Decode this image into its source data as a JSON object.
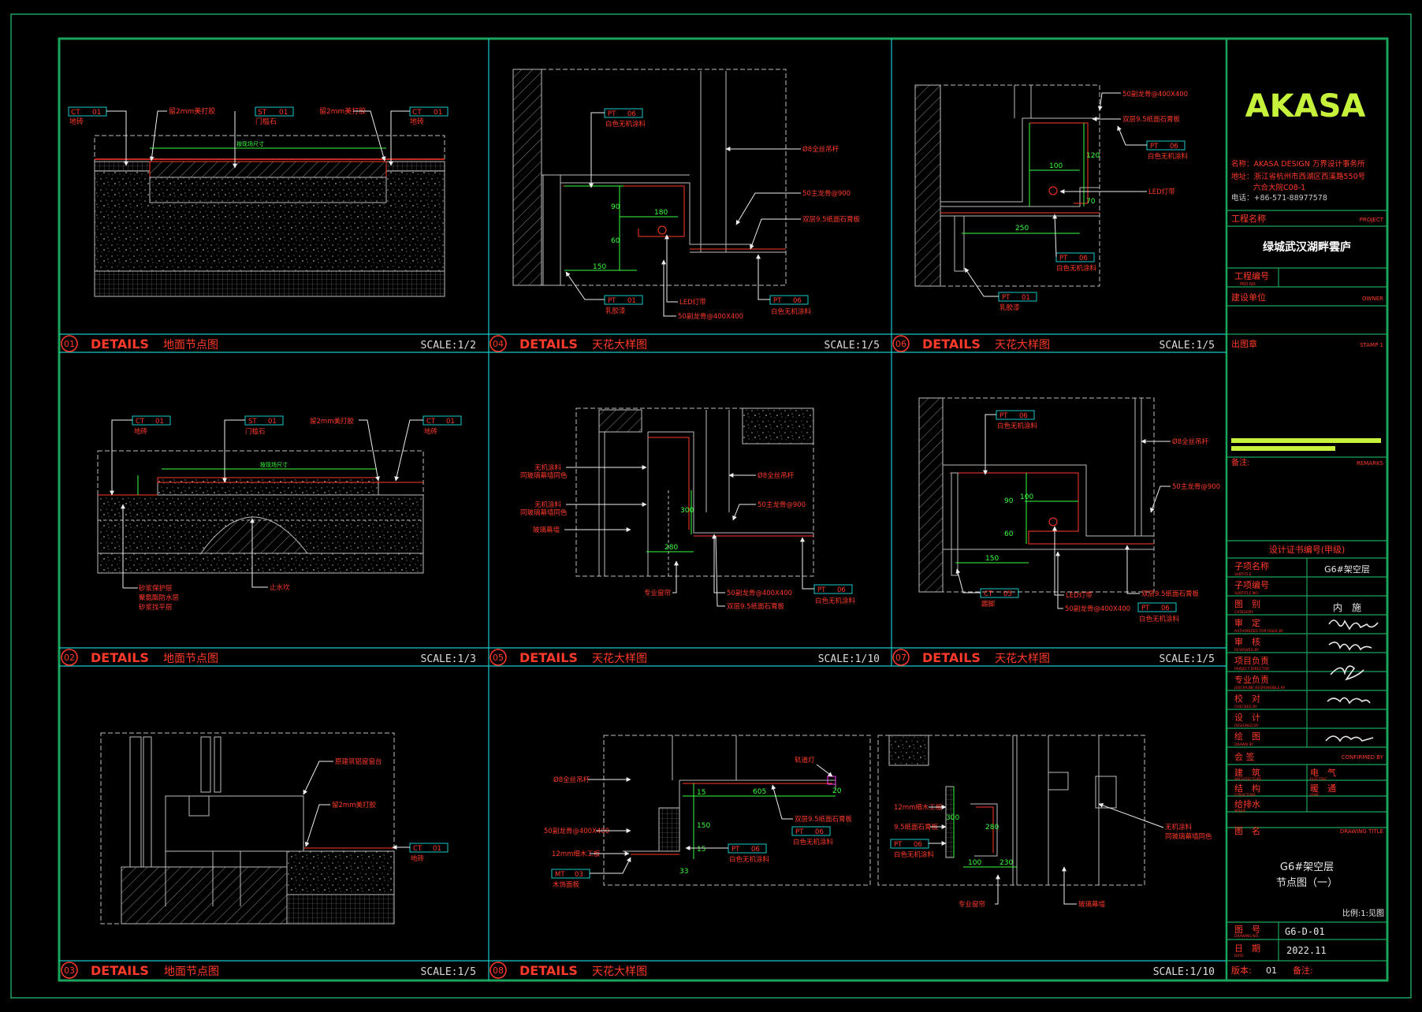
{
  "brand": {
    "logo": "AKASA"
  },
  "company": {
    "name_line": "名称：AKASA DESIGN 万界设计事务所",
    "addr_line1": "地址：浙江省杭州市西湖区西溪路550号",
    "addr_line2": "六合大院C08-1",
    "tel_line": "电话：+86-571-88977578"
  },
  "title_block": {
    "project_label": "工程名称",
    "project_en": "PROJECT",
    "project_name": "绿城武汉湖畔雲庐",
    "project_no_label": "工程编号",
    "project_no_en": "PRO NO.",
    "owner_label": "建设单位",
    "owner_en": "OWNER",
    "stamp_label": "出图章",
    "stamp_en": "STAMP 1",
    "remarks_label": "备注:",
    "remarks_en": "REMARKS",
    "cert_label": "设计证书编号(甲级)",
    "rows": [
      {
        "label": "子项名称",
        "en": "SUBTITLE",
        "value": "G6#架空层"
      },
      {
        "label": "子项编号",
        "en": "SUBTITLE NO.",
        "value": ""
      },
      {
        "label": "图　别",
        "en": "CATEGORY",
        "value": "内　施"
      },
      {
        "label": "审　定",
        "en": "AUTHORIZED FOR ISSUE BY",
        "value": ""
      },
      {
        "label": "审　核",
        "en": "REVIEWED BY",
        "value": ""
      },
      {
        "label": "项目负责",
        "en": "PROJECT DIRECTOR",
        "value": ""
      },
      {
        "label": "专业负责",
        "en": "DISCIPLINE RESPONSIBLE BY",
        "value": ""
      },
      {
        "label": "校　对",
        "en": "CHECKED BY",
        "value": ""
      },
      {
        "label": "设　计",
        "en": "DESIGNED BY",
        "value": ""
      },
      {
        "label": "绘　图",
        "en": "DRAWN BY",
        "value": ""
      }
    ],
    "confirm_label": "会 签",
    "confirm_en": "CONFIRMED BY",
    "confirm_items": [
      {
        "label": "建　筑",
        "en": "ARCHITECTURE"
      },
      {
        "label": "电　气",
        "en": "ELECTRIC"
      },
      {
        "label": "结　构",
        "en": "STRUCTURE"
      },
      {
        "label": "暖　通",
        "en": "HVAC"
      },
      {
        "label": "给排水",
        "en": "WS&D"
      }
    ],
    "drawing_title_label": "图　名",
    "drawing_title_en": "DRAWING TITLE",
    "drawing_title_1": "G6#架空层",
    "drawing_title_2": "节点图（一）",
    "scale_note": "比例:1:见图",
    "drawing_no_label": "图　号",
    "drawing_no_en": "DRAWING NO.",
    "drawing_no": "G6-D-01",
    "date_label": "日　期",
    "date_en": "DATE",
    "date": "2022.11",
    "version_label": "版本:",
    "version": "01",
    "remark2_label": "备注:"
  },
  "panels": [
    {
      "num": "01",
      "tag": "DETAILS",
      "title": "地面节点图",
      "scale": "SCALE:1/2"
    },
    {
      "num": "04",
      "tag": "DETAILS",
      "title": "天花大样图",
      "scale": "SCALE:1/5"
    },
    {
      "num": "06",
      "tag": "DETAILS",
      "title": "天花大样图",
      "scale": "SCALE:1/5"
    },
    {
      "num": "02",
      "tag": "DETAILS",
      "title": "地面节点图",
      "scale": "SCALE:1/3"
    },
    {
      "num": "05",
      "tag": "DETAILS",
      "title": "天花大样图",
      "scale": "SCALE:1/10"
    },
    {
      "num": "07",
      "tag": "DETAILS",
      "title": "天花大样图",
      "scale": "SCALE:1/5"
    },
    {
      "num": "03",
      "tag": "DETAILS",
      "title": "地面节点图",
      "scale": "SCALE:1/5"
    },
    {
      "num": "08",
      "tag": "DETAILS",
      "title": "天花大样图",
      "scale": "SCALE:1/10"
    }
  ],
  "tags": {
    "p1": {
      "a": "CT",
      "a2": "01",
      "a_name": "地砖",
      "b": "ST",
      "b2": "01",
      "b_name": "门槛石",
      "c": "CT",
      "c2": "01",
      "c_name": "地砖",
      "note_l": "留2mm美打胶",
      "note_r": "留2mm美打胶"
    },
    "p4": {
      "pt": "PT",
      "pt2": "06",
      "pt_name": "白色无机涂料",
      "pt3": "PT",
      "pt4": "06",
      "pt3_name": "白色无机涂料",
      "p01": "PT",
      "p01b": "01",
      "p01_name": "乳胶漆",
      "d1": "180",
      "d2": "90",
      "d3": "60",
      "d4": "150",
      "n1": "Ø8全丝吊杆",
      "n2": "50主龙骨@900",
      "n3": "双层9.5纸面石膏板",
      "n4": "LED灯带",
      "n5": "50副龙骨@400X400"
    },
    "p6": {
      "n1": "50副龙骨@400X400",
      "n2": "双层9.5纸面石膏板",
      "pt": "PT",
      "pt2": "06",
      "pt_name": "白色无机涂料",
      "d1": "100",
      "d2": "120",
      "d3": "70",
      "d4": "250",
      "n3": "LED灯带",
      "pt3": "PT",
      "pt4": "06",
      "pt3_name": "白色无机涂料",
      "p01": "PT",
      "p01b": "01",
      "p01_name": "乳胶漆"
    },
    "p2": {
      "a": "CT",
      "a2": "01",
      "a_name": "地砖",
      "b": "ST",
      "b2": "01",
      "b_name": "门槛石",
      "c": "CT",
      "c2": "01",
      "c_name": "地砖",
      "note": "留2mm美打胶",
      "n1": "砂浆保护层",
      "n2": "聚氨酯防水层",
      "n3": "砂浆找平层",
      "n4": "止水坎"
    },
    "p5": {
      "n1": "无机涂料",
      "n1b": "同玻璃幕墙同色",
      "n2": "无机涂料",
      "n2b": "同玻璃幕墙同色",
      "n3": "玻璃幕墙",
      "n4": "Ø8全丝吊杆",
      "n5": "50主龙骨@900",
      "d1": "300",
      "d2": "280",
      "n6": "专业窗帘",
      "n7": "50副龙骨@400X400",
      "n8": "双层9.5纸面石膏板",
      "pt": "PT",
      "pt2": "06",
      "pt_name": "白色无机涂料"
    },
    "p7": {
      "pt": "PT",
      "pt2": "06",
      "pt_name": "白色无机涂料",
      "n1": "Ø8全丝吊杆",
      "n2": "50主龙骨@900",
      "d1": "100",
      "d2": "90",
      "d3": "60",
      "d4": "150",
      "ct": "CT",
      "ct2": "05",
      "ct_name": "踢脚",
      "n3": "LED灯带",
      "n4": "50副龙骨@400X400",
      "n5": "双层9.5纸面石膏板",
      "pt3": "PT",
      "pt4": "06",
      "pt3_name": "白色无机涂料"
    },
    "p3": {
      "n1": "原建筑铝窗窗台",
      "n2": "留2mm美打胶",
      "ct": "CT",
      "ct2": "01",
      "ct_name": "地砖"
    },
    "p8": {
      "n1": "Ø8全丝吊杆",
      "n2": "轨道灯",
      "d1": "605",
      "d2": "15",
      "d3": "150",
      "d4": "15",
      "d5": "33",
      "d6": "20",
      "n3": "双层9.5纸面石膏板",
      "pt": "PT",
      "pt2": "06",
      "pt_name": "白色无机涂料",
      "n4": "50副龙骨@400X400",
      "n5": "12mm细木工板",
      "mt": "MT",
      "mt2": "03",
      "mt_name": "木饰面板",
      "pt3": "PT",
      "pt4": "06",
      "pt3_name": "白色无机涂料",
      "n6": "12mm细木工板",
      "n7": "9.5纸面石膏板",
      "pt5": "PT",
      "pt6": "06",
      "pt5_name": "白色无机涂料",
      "d7": "100",
      "d8": "230",
      "d9": "300",
      "d10": "280",
      "n8": "无机涂料",
      "n8b": "同玻璃幕墙同色",
      "n9": "专业窗帘",
      "n10": "玻璃幕墙"
    }
  },
  "colors": {
    "frame": "#1aa35a",
    "panel_line": "#19c8c8",
    "title": "#ff3a2a",
    "accent": "#c6f23b",
    "dim": "#39ff3f",
    "white": "#e8e8e8"
  }
}
